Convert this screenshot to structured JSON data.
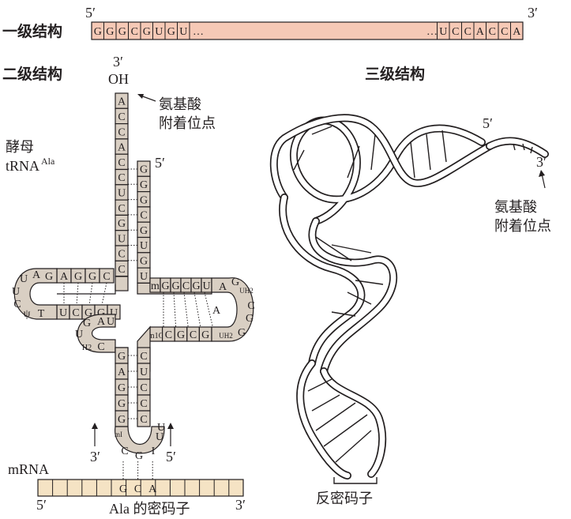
{
  "labels": {
    "primary": "一级结构",
    "secondary": "二级结构",
    "tertiary": "三级结构",
    "five_prime": "5′",
    "three_prime": "3′",
    "oh": "OH",
    "aa_site_line1": "氨基酸",
    "aa_site_line2": "附着位点",
    "yeast": "酵母",
    "trna": "tRNA",
    "ala_sup": "Ala",
    "mrna": "mRNA",
    "codon_caption": "Ala 的密码子",
    "anticodon": "反密码子"
  },
  "primary_left": [
    "G",
    "G",
    "G",
    "C",
    "G",
    "U",
    "G",
    "U"
  ],
  "primary_right": [
    "U",
    "C",
    "C",
    "A",
    "C",
    "C",
    "A"
  ],
  "ellipsis": "…",
  "acceptor_5p": [
    "G",
    "G",
    "G",
    "C",
    "G",
    "U",
    "G",
    "U"
  ],
  "acceptor_3p": [
    "A",
    "C",
    "C",
    "A",
    "C",
    "C",
    "U",
    "C",
    "G",
    "U",
    "C",
    "C"
  ],
  "d_stem": [
    "A",
    "G",
    "G",
    "C",
    "U",
    "C",
    "G",
    "G",
    "U",
    "C"
  ],
  "d_loop": [
    "A",
    "G",
    "U",
    "H2",
    "C",
    "U",
    "G",
    "G"
  ],
  "t_stem_top": [
    "m",
    "G",
    "G",
    "C",
    "G",
    "U"
  ],
  "t_stem_bottom": [
    "m1G",
    "C",
    "G",
    "C",
    "G"
  ],
  "t_loop": [
    "A",
    "G",
    "UH2",
    "C",
    "G",
    "G",
    "UH2",
    "A"
  ],
  "anticodon_stem_left": [
    "G",
    "A",
    "G",
    "G",
    "G"
  ],
  "anticodon_stem_right": [
    "C",
    "U",
    "C",
    "C",
    "C"
  ],
  "anticodon_loop": [
    "mI",
    "C",
    "G",
    "I",
    "U",
    "U"
  ],
  "left_loop": [
    "G",
    "A",
    "U",
    "U",
    "C",
    "ψ",
    "T"
  ],
  "codon": [
    "G",
    "C",
    "A"
  ]
}
